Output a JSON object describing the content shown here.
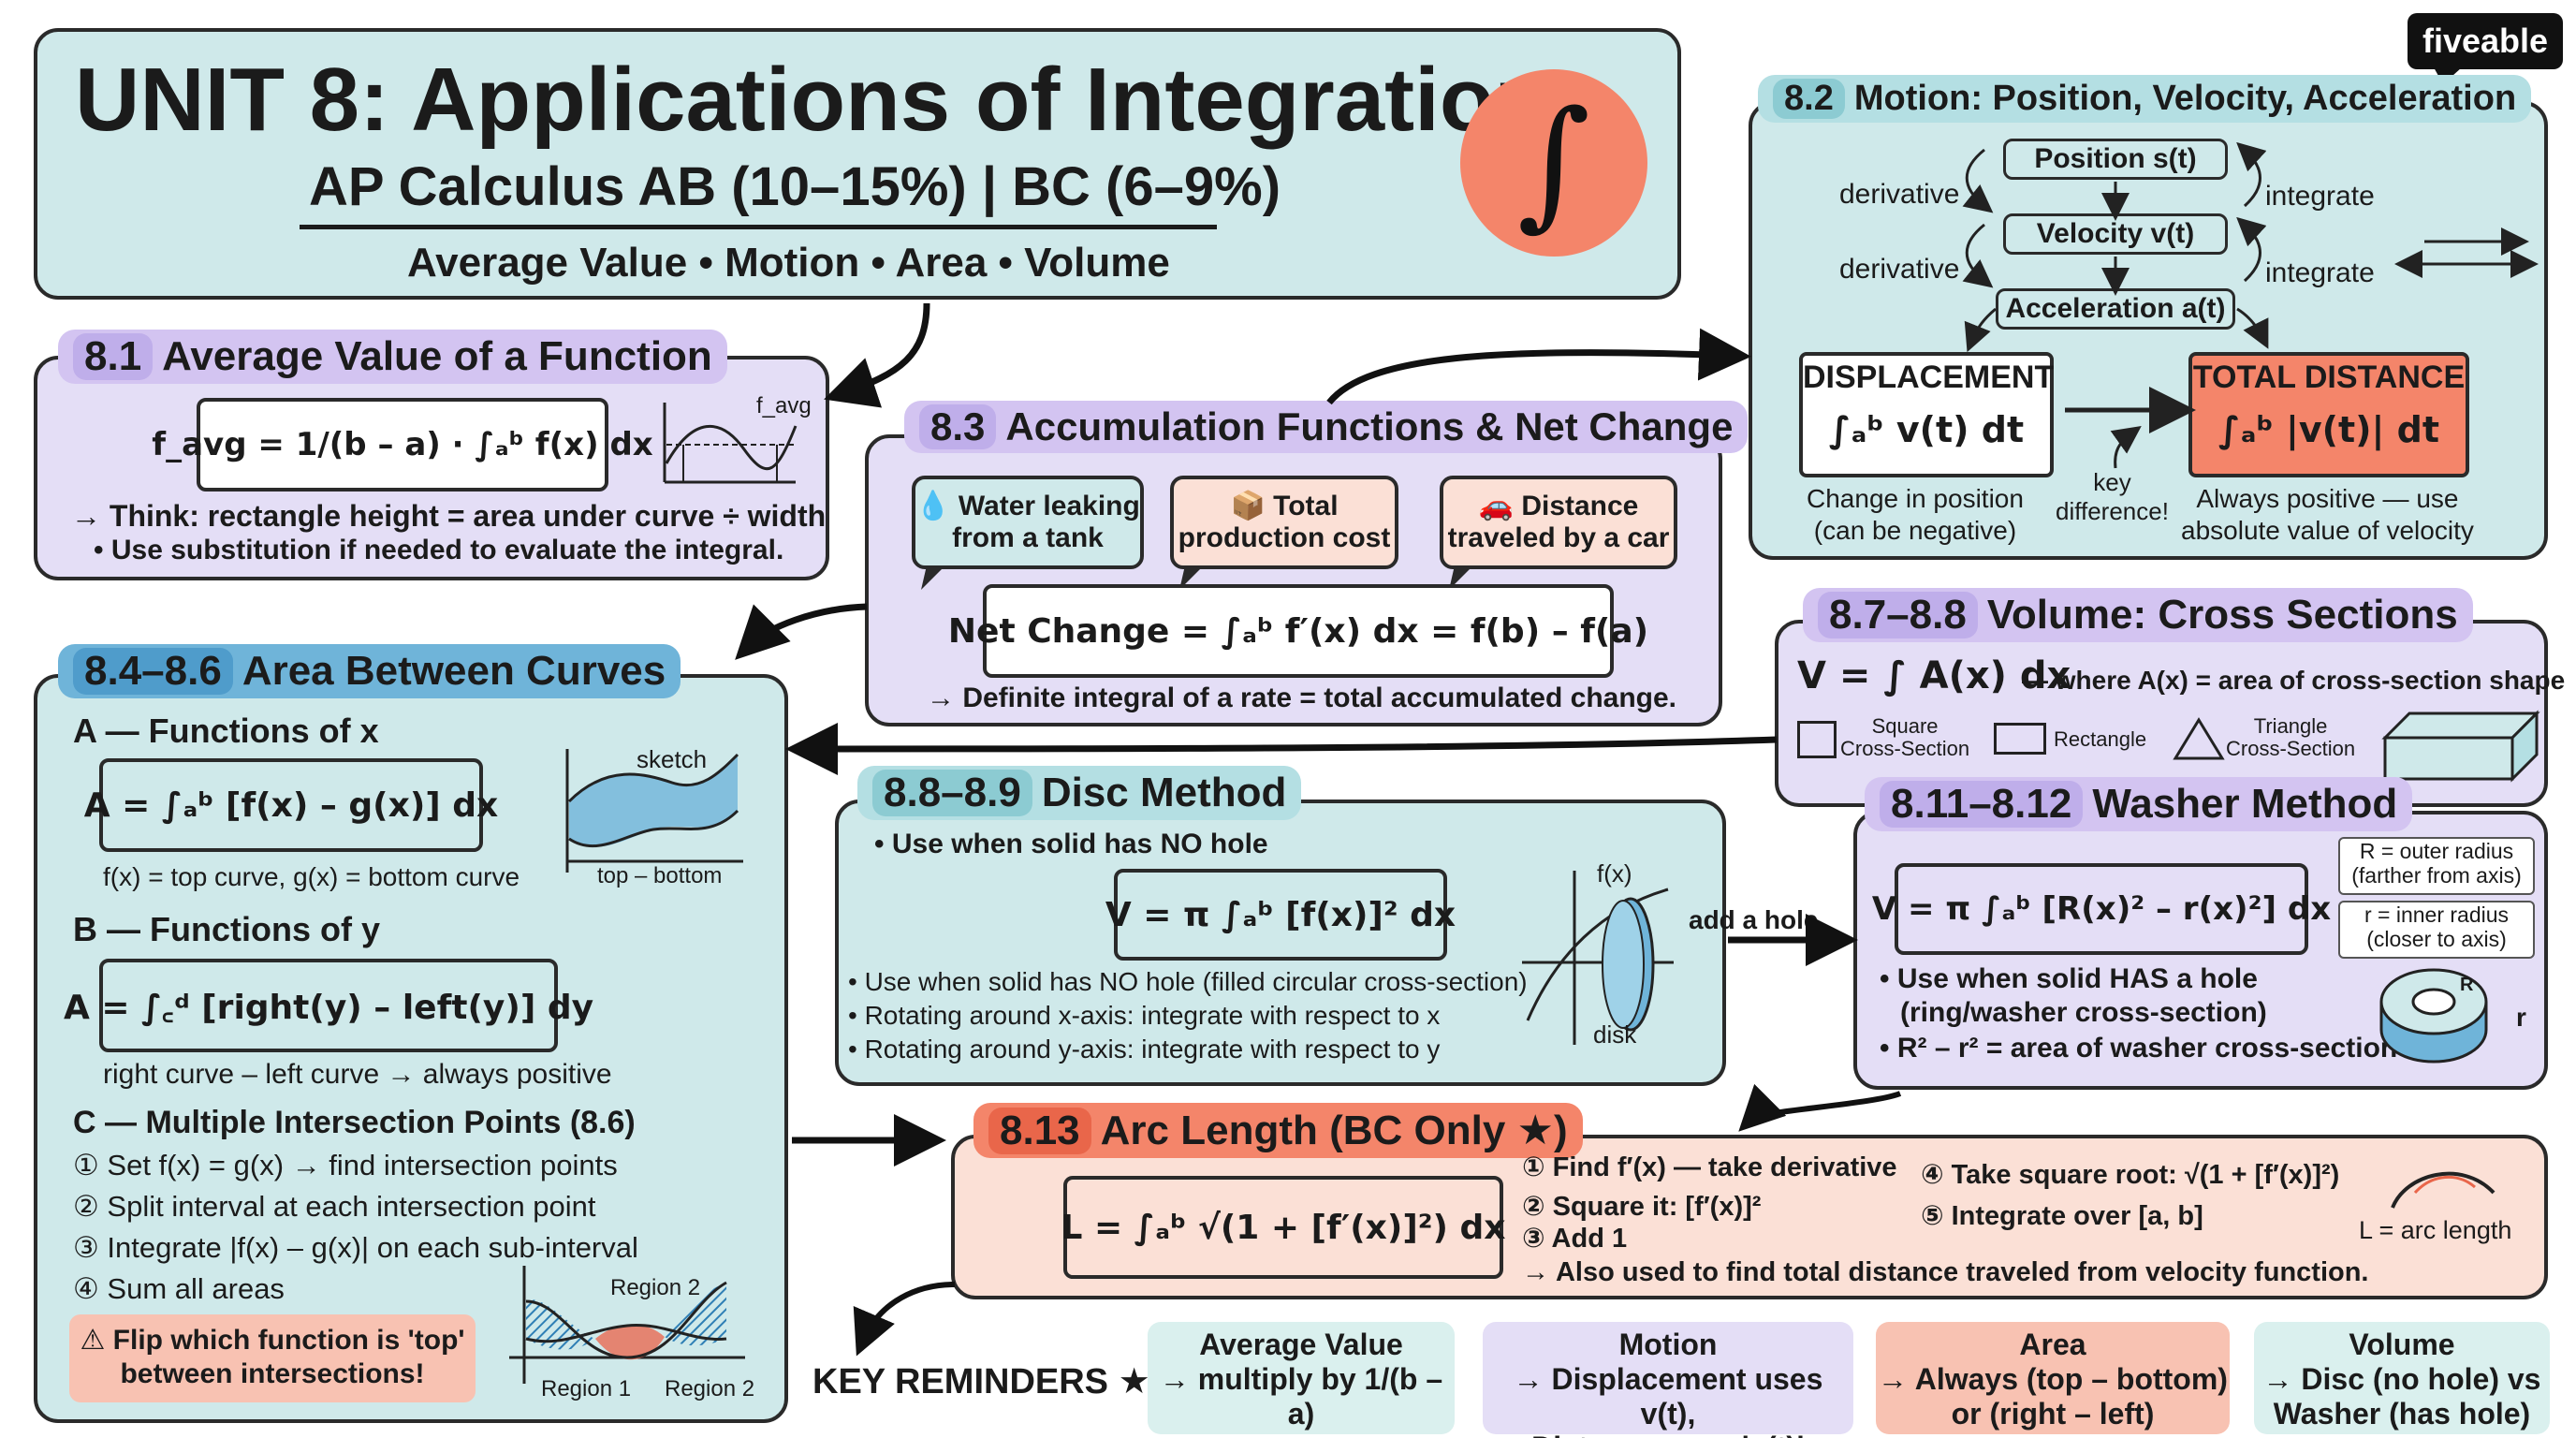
{
  "colors": {
    "teal": "#cfe9ea",
    "lavender": "#e4def6",
    "purple_tab": "#d3c4f1",
    "blue_tab": "#6fb4d9",
    "salmon": "#f4856a",
    "peach": "#fbe0d6",
    "mint": "#daf0ee"
  },
  "brand": "fiveable",
  "header": {
    "title": "UNIT 8: Applications of Integration",
    "subtitle": "AP Calculus AB (10–15%) | BC (6–9%)",
    "topics": "Average Value • Motion • Area • Volume",
    "symbol": "∫"
  },
  "s81": {
    "num": "8.1",
    "title": "Average Value of a Function",
    "formula": "f_avg = 1/(b – a) · ∫ₐᵇ f(x) dx",
    "graph_label": "f_avg",
    "note1": "→ Think: rectangle height = area under curve ÷ width",
    "note2": "• Use substitution if needed to evaluate the integral."
  },
  "s82": {
    "num": "8.2",
    "title": "Motion: Position, Velocity, Acceleration",
    "position": "Position s(t)",
    "velocity": "Velocity v(t)",
    "acceleration": "Acceleration a(t)",
    "derivative": "derivative",
    "integrate": "integrate",
    "displacement": "DISPLACEMENT",
    "displacement_formula": "∫ₐᵇ v(t) dt",
    "total_distance": "TOTAL DISTANCE",
    "total_distance_formula": "∫ₐᵇ |v(t)| dt",
    "key_diff": "key\ndifference!",
    "disp_note": "Change in position\n(can be negative)",
    "dist_note": "Always positive — use\nabsolute value of velocity"
  },
  "s83": {
    "num": "8.3",
    "title": "Accumulation Functions & Net Change",
    "bubble1": "💧 Water leaking\nfrom a tank",
    "bubble2": "📦 Total\nproduction cost",
    "bubble3": "🚗 Distance\ntraveled by a car",
    "formula": "Net Change = ∫ₐᵇ f′(x) dx = f(b) – f(a)",
    "note": "→ Definite integral of a rate = total accumulated change."
  },
  "s84": {
    "num": "8.4–8.6",
    "title": "Area Between Curves",
    "a_head": "A — Functions of x",
    "a_formula": "A = ∫ₐᵇ [f(x) – g(x)] dx",
    "a_note": "f(x) = top curve, g(x) = bottom curve",
    "sketch": "sketch",
    "top_bottom": "top – bottom",
    "b_head": "B — Functions of y",
    "b_formula": "A = ∫꜀ᵈ [right(y) – left(y)] dy",
    "b_note": "right curve – left curve → always positive",
    "c_head": "C — Multiple Intersection Points (8.6)",
    "steps": [
      "① Set f(x) = g(x) → find intersection points",
      "② Split interval at each intersection point",
      "③ Integrate |f(x) – g(x)| on each sub-interval",
      "④ Sum all areas"
    ],
    "region1": "Region 1",
    "region2": "Region 2",
    "warning": "⚠ Flip which function is 'top'\nbetween intersections!"
  },
  "s87": {
    "num": "8.7–8.8",
    "title": "Volume: Cross Sections",
    "formula": "V = ∫ A(x) dx",
    "where": "— where A(x) = area of cross-section shape",
    "square": "Square\nCross-Section",
    "rectangle": "Rectangle",
    "triangle": "Triangle\nCross-Section"
  },
  "s88": {
    "num": "8.8–8.9",
    "title": "Disc Method",
    "use": "• Use when solid has NO hole",
    "formula": "V = π ∫ₐᵇ [f(x)]² dx",
    "bullets": [
      "• Use when solid has NO hole (filled circular cross-section)",
      "• Rotating around x-axis: integrate with respect to x",
      "• Rotating around y-axis: integrate with respect to y"
    ],
    "fx": "f(x)",
    "disk": "disk",
    "add_hole": "add a hole"
  },
  "s811": {
    "num": "8.11–8.12",
    "title": "Washer Method",
    "formula": "V = π ∫ₐᵇ [R(x)² – r(x)²] dx",
    "R_note": "R = outer radius\n(farther from axis)",
    "r_note": "r = inner radius\n(closer to axis)",
    "bullets": [
      "• Use when solid HAS a hole",
      "(ring/washer cross-section)",
      "• R² – r² = area of washer cross-section"
    ],
    "R": "R",
    "r": "r"
  },
  "s813": {
    "num": "8.13",
    "title": "Arc Length (BC Only ★)",
    "formula": "L = ∫ₐᵇ √(1 + [f′(x)]²) dx",
    "steps_left": [
      "① Find f′(x) — take derivative",
      "② Square it: [f′(x)]²",
      "③ Add 1"
    ],
    "steps_right": [
      "④ Take square root: √(1 + [f′(x)]²)",
      "⑤ Integrate over [a, b]"
    ],
    "arc_label": "L = arc length",
    "note": "→ Also used to find total distance traveled from velocity function."
  },
  "reminders": {
    "label": "KEY REMINDERS ★",
    "items": [
      {
        "title": "Average Value",
        "body": "→ multiply by 1/(b – a)"
      },
      {
        "title": "Motion",
        "body": "→ Displacement uses v(t),\nDistance uses |v(t)|"
      },
      {
        "title": "Area",
        "body": "→ Always (top – bottom)\nor (right – left)"
      },
      {
        "title": "Volume",
        "body": "→ Disc (no hole) vs\nWasher (has hole)"
      }
    ]
  }
}
